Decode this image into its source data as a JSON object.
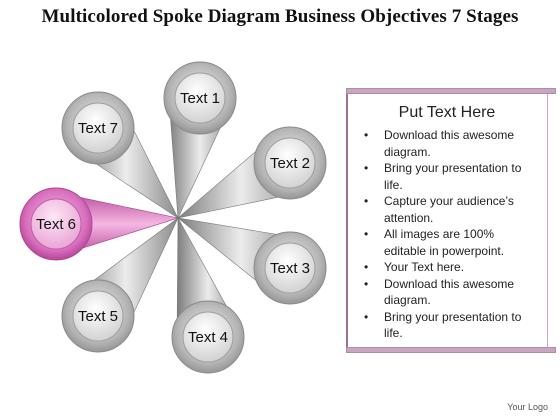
{
  "title": "Multicolored Spoke Diagram Business Objectives 7 Stages",
  "diagram": {
    "center_label": "",
    "nodes": [
      {
        "label": "Text 1",
        "color": "#8c8c8c"
      },
      {
        "label": "Text 2",
        "color": "#8c8c8c"
      },
      {
        "label": "Text 3",
        "color": "#8c8c8c"
      },
      {
        "label": "Text 4",
        "color": "#8c8c8c"
      },
      {
        "label": "Text 5",
        "color": "#8c8c8c"
      },
      {
        "label": "Text 6",
        "color": "#d94fb4"
      },
      {
        "label": "Text 7",
        "color": "#8c8c8c"
      }
    ]
  },
  "panel": {
    "heading": "Put Text Here",
    "accent_color": "#c9a6bf",
    "bullets": [
      "Download this awesome diagram.",
      "Bring your presentation to life.",
      "Capture your audience’s attention.",
      "All images are 100% editable in powerpoint.",
      "Your Text here.",
      "Download this awesome diagram.",
      "Bring your presentation to life."
    ]
  },
  "footer": {
    "logo_text": "Your Logo"
  }
}
